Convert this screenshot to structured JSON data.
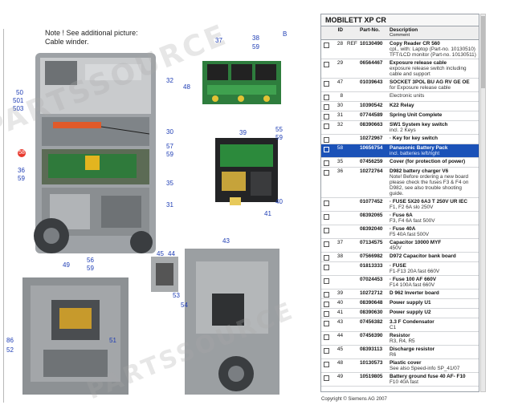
{
  "figure": {
    "note": "Note ! See additional picture: Cable winder.",
    "section_letter": "B",
    "callouts": [
      "37",
      "38",
      "59",
      "32",
      "48",
      "50",
      "501",
      "503",
      "30",
      "39",
      "55",
      "59",
      "57",
      "59",
      "58",
      "36",
      "59",
      "35",
      "31",
      "41",
      "40",
      "56",
      "59",
      "49",
      "45",
      "44",
      "43",
      "53",
      "54",
      "86",
      "52",
      "51"
    ],
    "highlighted_callout": "58",
    "watermark_text": "PARTSSOURCE"
  },
  "parts_table": {
    "title": "MOBILETT XP CR",
    "columns": {
      "id": "ID",
      "part_no": "Part-No.",
      "description": "Description",
      "comment": "Comment"
    },
    "rows": [
      {
        "id": "28",
        "ref": "REF",
        "part": "10130490",
        "desc": "Copy Reader CR 560",
        "comment": "cpl., with: Laptop (Part-no. 10130510) TFT/LCD monitor (Part-no. 10130511)"
      },
      {
        "id": "29",
        "ref": "",
        "part": "06564467",
        "desc": "Exposure release cable",
        "comment": "exposure release switch including cable and support"
      },
      {
        "id": "47",
        "ref": "",
        "part": "01039643",
        "desc": "SOCKET 3POL BU AG RV GE OE",
        "comment": "for Exposure release cable"
      },
      {
        "id": "8",
        "ref": "",
        "part": "",
        "desc": "",
        "comment": "Electronic units"
      },
      {
        "id": "30",
        "ref": "",
        "part": "10390542",
        "desc": "K22 Relay",
        "comment": ""
      },
      {
        "id": "31",
        "ref": "",
        "part": "07744589",
        "desc": "Spring Unit Complete",
        "comment": ""
      },
      {
        "id": "32",
        "ref": "",
        "part": "08390663",
        "desc": "SW1 System key switch",
        "comment": "incl. 2 Keys"
      },
      {
        "id": "",
        "ref": "",
        "part": "10272967",
        "desc": "· Key for key switch",
        "comment": ""
      },
      {
        "id": "58",
        "ref": "",
        "part": "10656754",
        "desc": "Panasonic Battery Pack",
        "comment": "incl. batteries left/right",
        "highlight": true
      },
      {
        "id": "35",
        "ref": "",
        "part": "07456259",
        "desc": "Cover (for protection of power)",
        "comment": ""
      },
      {
        "id": "36",
        "ref": "",
        "part": "10272764",
        "desc": "D982 battery charger V6",
        "comment": "Note! Before ordering a new board please check the fuses F3 & F4 on D982, see also trouble shooting guide."
      },
      {
        "id": "",
        "ref": "",
        "part": "01077452",
        "desc": "· FUSE 5X20 6A3 T 250V UR IEC",
        "comment": "F1, F2 6A slo 250V"
      },
      {
        "id": "",
        "ref": "",
        "part": "08392065",
        "desc": "· Fuse 6A",
        "comment": "F3, F4 6A fast 500V"
      },
      {
        "id": "",
        "ref": "",
        "part": "08392040",
        "desc": "· Fuse 40A",
        "comment": "F5 40A fast 500V"
      },
      {
        "id": "37",
        "ref": "",
        "part": "07134575",
        "desc": "Capacitor 10000 MYF",
        "comment": "450V"
      },
      {
        "id": "38",
        "ref": "",
        "part": "07566982",
        "desc": "D972 Capacitor bank board",
        "comment": ""
      },
      {
        "id": "",
        "ref": "",
        "part": "01813333",
        "desc": "· FUSE",
        "comment": "F1-F13 20A fast 660V"
      },
      {
        "id": "",
        "ref": "",
        "part": "07024453",
        "desc": "· Fuse 100 AF 660V",
        "comment": "F14 100A fast 660V"
      },
      {
        "id": "39",
        "ref": "",
        "part": "10272712",
        "desc": "D 962 Inverter board",
        "comment": ""
      },
      {
        "id": "40",
        "ref": "",
        "part": "08390648",
        "desc": "Power supply U1",
        "comment": ""
      },
      {
        "id": "41",
        "ref": "",
        "part": "08390630",
        "desc": "Power supply U2",
        "comment": ""
      },
      {
        "id": "43",
        "ref": "",
        "part": "07456382",
        "desc": "3.3 F Condensator",
        "comment": "C1"
      },
      {
        "id": "44",
        "ref": "",
        "part": "07456390",
        "desc": "Resistor",
        "comment": "R3, R4, R5"
      },
      {
        "id": "45",
        "ref": "",
        "part": "08393113",
        "desc": "Discharge resistor",
        "comment": "R6"
      },
      {
        "id": "48",
        "ref": "",
        "part": "10130573",
        "desc": "Plastic cover",
        "comment": "See also Speed-info SP_41/07"
      },
      {
        "id": "49",
        "ref": "",
        "part": "10519805",
        "desc": "Battery ground fuse 40 AF- F10",
        "comment": "F10 40A fast"
      }
    ],
    "footer": "Copyright © Siemens AG 2007"
  },
  "colors": {
    "highlight": "#1b52b8",
    "callout": "#1d3cb4",
    "marker": "#e8392e"
  }
}
